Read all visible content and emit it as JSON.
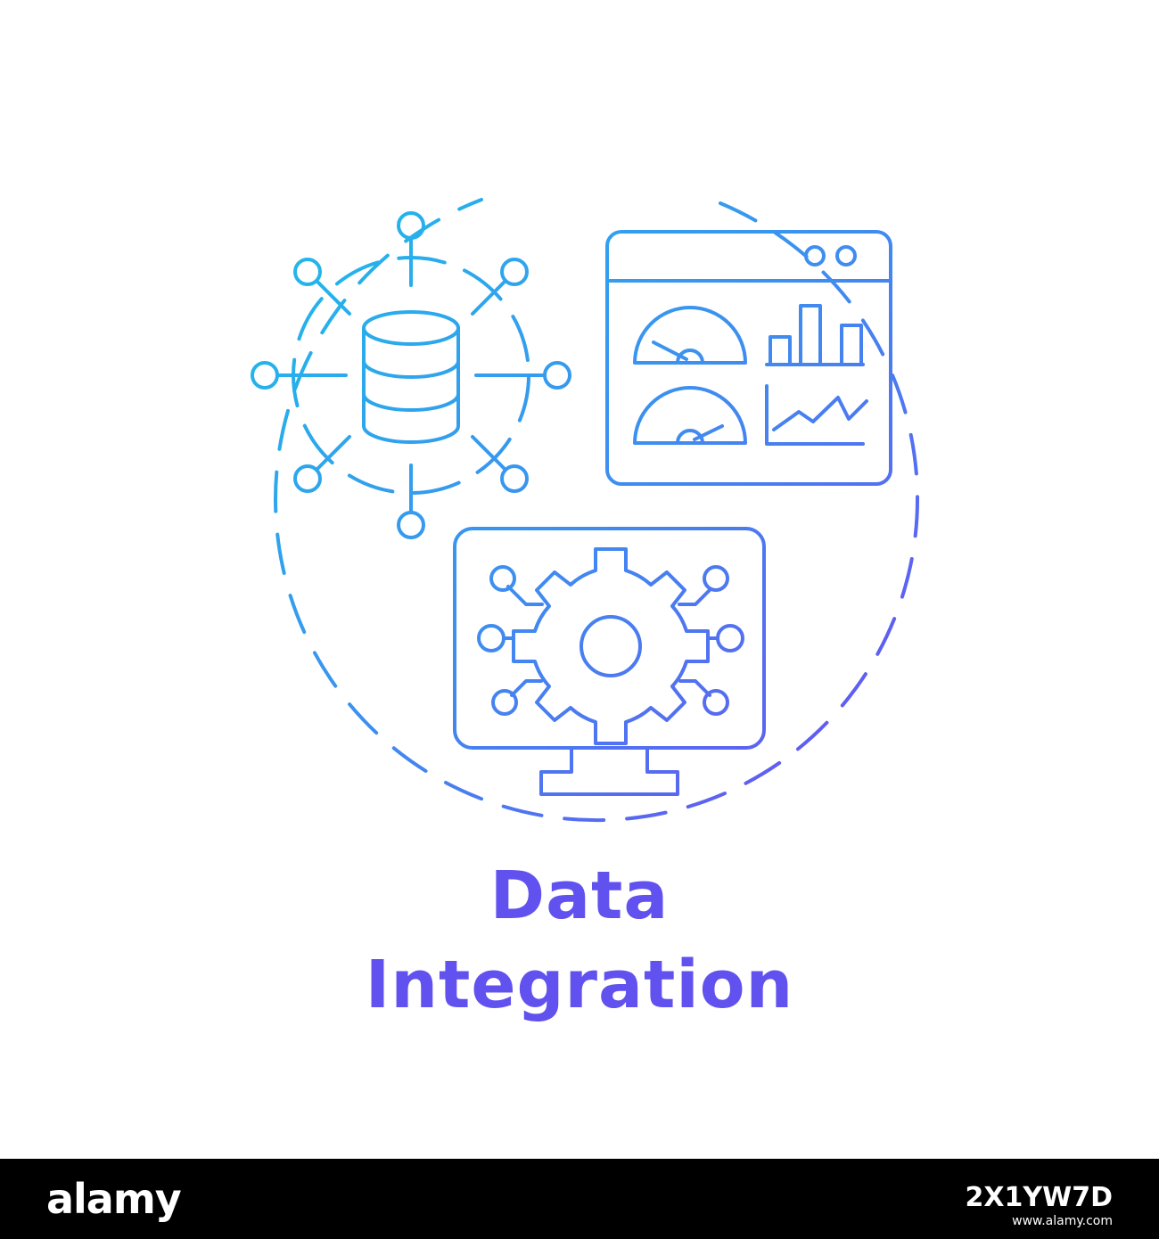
{
  "title": {
    "line1": "Data",
    "line2": "Integration"
  },
  "colors": {
    "gradient_start": "#1ebde9",
    "gradient_mid": "#3d8ff0",
    "gradient_end": "#6a4ff2",
    "title_color": "#6152ef"
  },
  "icons": [
    "dashed-ring-icon",
    "database-network-icon",
    "dashboard-window-icon",
    "monitor-gear-icon"
  ],
  "footer": {
    "logo": "alamy",
    "image_id": "2X1YW7D",
    "url": "www.alamy.com"
  }
}
